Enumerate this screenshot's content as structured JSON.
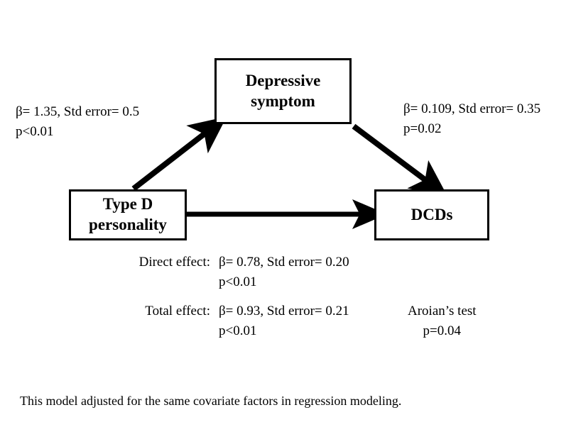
{
  "diagram": {
    "title": "Mediation model diagram",
    "nodes": {
      "predictor": "Type D\npersonality",
      "predictor_line1": "Type D",
      "predictor_line2": "personality",
      "mediator_line1": "Depressive",
      "mediator_line2": "symptom",
      "outcome": "DCDs"
    },
    "edges": {
      "path_a": {
        "line1": "β= 1.35, Std error= 0.5",
        "line2": "p<0.01"
      },
      "path_b": {
        "line1": "β= 0.109, Std error= 0.35",
        "line2": "p=0.02"
      }
    },
    "effects": [
      {
        "name": "Direct effect:",
        "line1": "β= 0.78, Std error= 0.20",
        "line2": "p<0.01"
      },
      {
        "name": "Total effect:",
        "line1": "β= 0.93, Std error= 0.21",
        "line2": "p<0.01"
      }
    ],
    "aroian": {
      "label": "Aroian’s test",
      "pvalue": "p=0.04"
    },
    "footnote": "This model adjusted for the same covariate factors in regression modeling.",
    "colors": {
      "stroke": "#000000",
      "background": "#ffffff",
      "text": "#000000"
    }
  }
}
